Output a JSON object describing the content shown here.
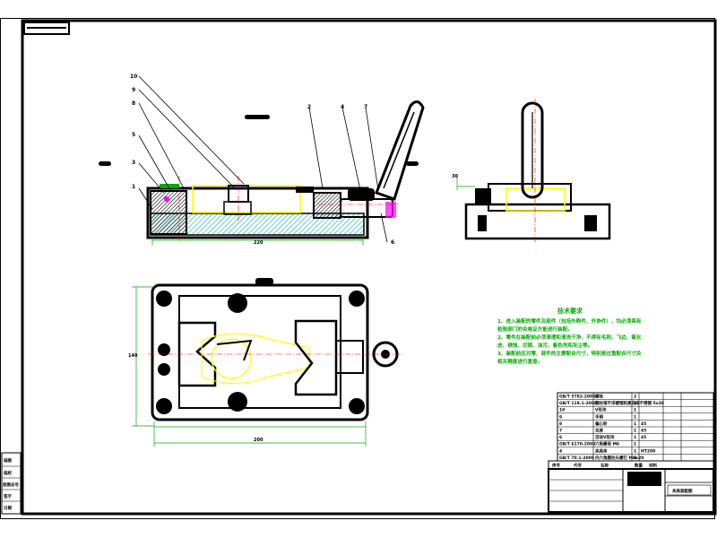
{
  "drawing": {
    "title": "夹具装配图",
    "callouts": [
      "1",
      "3",
      "5",
      "8",
      "9",
      "10",
      "2",
      "4",
      "7",
      "6"
    ],
    "dimensions": {
      "front_length": "220",
      "plan_length": "200",
      "plan_height": "140",
      "side_offset": "30"
    }
  },
  "technical_requirements": {
    "heading": "技术要求",
    "lines": [
      "1、进入装配的零件及部件（包括外购件、外协件），均必须具有",
      "检验部门的合格证方能进行装配。",
      "2、零件在装配前必须清理和清洗干净，不得有毛刺、飞边、氧化",
      "皮、锈蚀、切屑、油污、着色剂和灰尘等。",
      "3、装配前应对零、部件的主要配合尺寸，特别是过盈配合尺寸及",
      "相关精度进行复查。"
    ]
  },
  "bom": {
    "rows": [
      {
        "code": "GB/T 5782-2000",
        "name": "螺栓",
        "qty": "2",
        "mat": ""
      },
      {
        "code": "GB/T 119.1-2000",
        "name": "圆柱销不淬硬钢和奥氏体不锈钢 5x30",
        "qty": "2",
        "mat": ""
      },
      {
        "code": "10",
        "name": "V形块",
        "qty": "1",
        "mat": ""
      },
      {
        "code": "9",
        "name": "手柄",
        "qty": "1",
        "mat": ""
      },
      {
        "code": "8",
        "name": "偏心轮",
        "qty": "1",
        "mat": "45"
      },
      {
        "code": "7",
        "name": "支座",
        "qty": "1",
        "mat": "45"
      },
      {
        "code": "6",
        "name": "活动V形块",
        "qty": "1",
        "mat": "45"
      },
      {
        "code": "GB/T 6170-2000",
        "name": "六角螺母 M6",
        "qty": "1",
        "mat": ""
      },
      {
        "code": "4",
        "name": "夹具体",
        "qty": "1",
        "mat": "HT200"
      },
      {
        "code": "GB/T 70.1-2000",
        "name": "内六角圆柱头螺钉 M6x20",
        "qty": "4",
        "mat": ""
      }
    ],
    "header": [
      "序号",
      "代号",
      "名称",
      "数量",
      "材料"
    ]
  },
  "side_table": [
    "描图",
    "描校",
    "底图总号",
    "签字",
    "日期"
  ],
  "colors": {
    "border": "#000000",
    "green": "#00aa00",
    "yellow": "#ffff00",
    "cyan": "#00b0b0",
    "magenta": "#ff00ff"
  }
}
